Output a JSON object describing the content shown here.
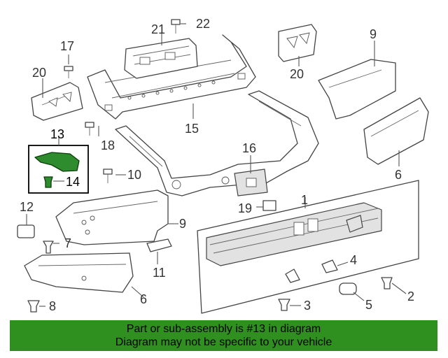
{
  "callouts": {
    "c1": "1",
    "c2": "2",
    "c3": "3",
    "c4": "4",
    "c5": "5",
    "c6a": "6",
    "c6b": "6",
    "c7": "7",
    "c8": "8",
    "c9a": "9",
    "c9b": "9",
    "c10": "10",
    "c11": "11",
    "c12": "12",
    "c13": "13",
    "c14": "14",
    "c15": "15",
    "c16": "16",
    "c17": "17",
    "c18": "18",
    "c19": "19",
    "c20a": "20",
    "c20b": "20",
    "c21": "21",
    "c22": "22"
  },
  "highlight": {
    "part": "13",
    "color": "#2e8b2e"
  },
  "banner": {
    "line1": "Part or sub-assembly is #13 in diagram",
    "line2": "Diagram may not be specific to your vehicle",
    "background": "#2f8f1f"
  }
}
